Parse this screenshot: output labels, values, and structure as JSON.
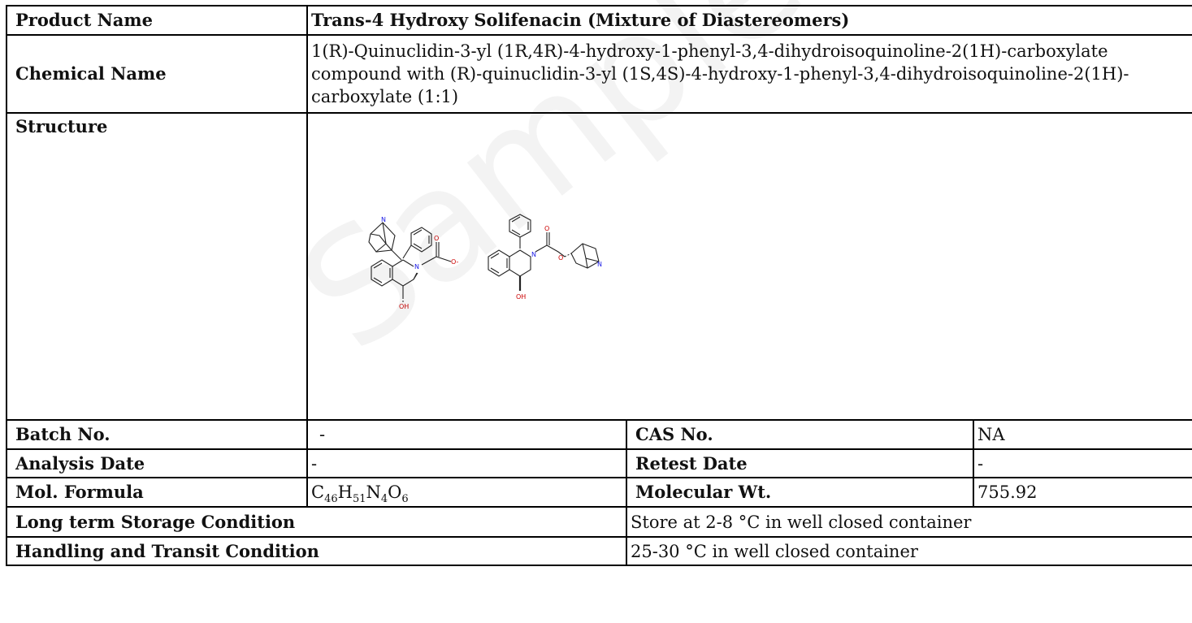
{
  "watermark": "Sample COA",
  "product_name": {
    "label": "Product Name",
    "value": "Trans-4 Hydroxy Solifenacin (Mixture of Diastereomers)"
  },
  "chemical_name": {
    "label": "Chemical Name",
    "value": "1(R)-Quinuclidin-3-yl (1R,4R)-4-hydroxy-1-phenyl-3,4-dihydroisoquinoline-2(1H)-carboxylate compound with (R)-quinuclidin-3-yl (1S,4S)-4-hydroxy-1-phenyl-3,4-dihydroisoquinoline-2(1H)-carboxylate (1:1)"
  },
  "structure": {
    "label": "Structure",
    "atom_labels": {
      "N": "N",
      "O": "O",
      "O_minus": "O-",
      "OH": "OH"
    }
  },
  "batch_no": {
    "label": "Batch No.",
    "value": "-"
  },
  "cas_no": {
    "label": "CAS No.",
    "value": "NA"
  },
  "analysis_date": {
    "label": "Analysis Date",
    "value": "-"
  },
  "retest_date": {
    "label": "Retest Date",
    "value": "-"
  },
  "mol_formula": {
    "label": "Mol. Formula",
    "parts": [
      {
        "el": "C",
        "n": "46"
      },
      {
        "el": "H",
        "n": "51"
      },
      {
        "el": "N",
        "n": "4"
      },
      {
        "el": "O",
        "n": "6"
      }
    ]
  },
  "molecular_wt": {
    "label": "Molecular Wt.",
    "value": "755.92"
  },
  "storage": {
    "label": "Long term Storage Condition",
    "value": "Store at 2-8 °C in well closed container"
  },
  "handling": {
    "label": "Handling and Transit Condition",
    "value": "25-30 °C in well closed container"
  },
  "colors": {
    "border": "#000000",
    "heteroatom_red": "#cc0000",
    "nitrogen_blue": "#1a1ae6"
  }
}
